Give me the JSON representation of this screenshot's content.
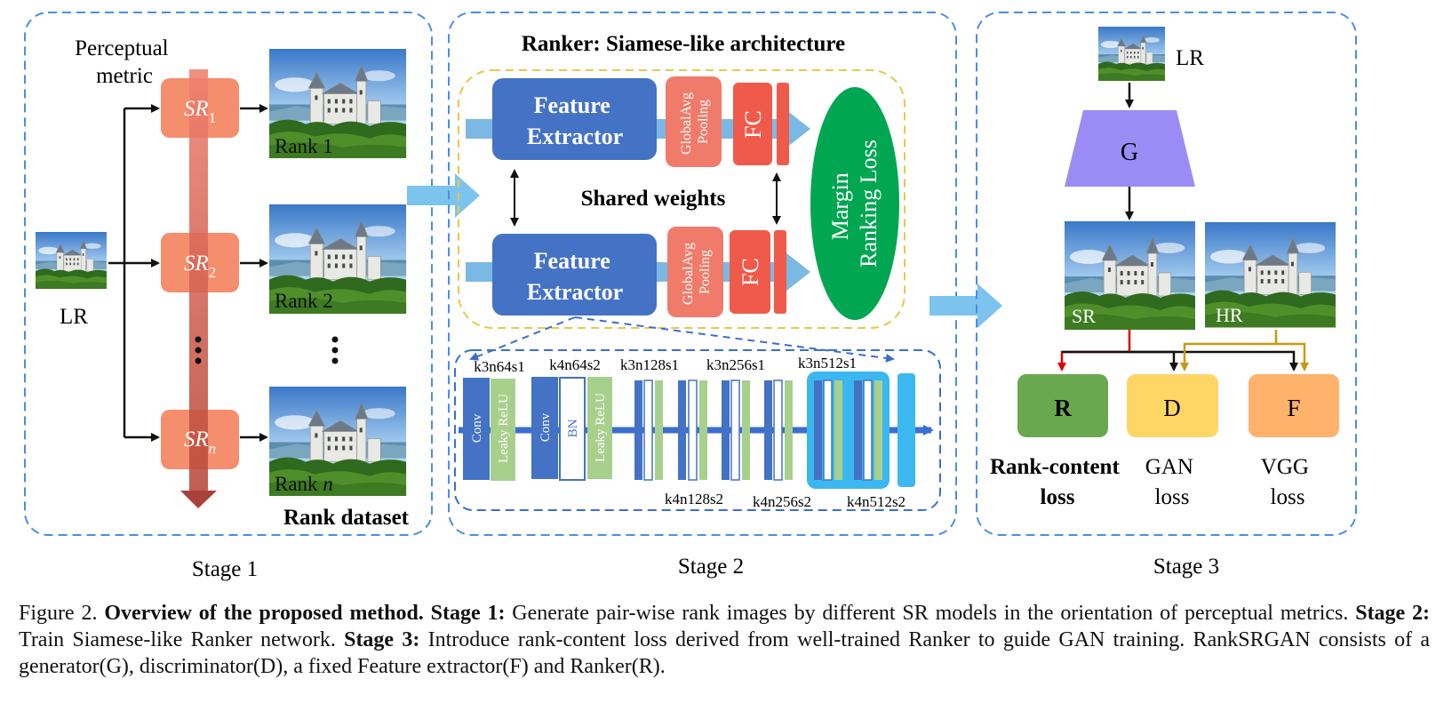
{
  "stage1": {
    "perceptual_metric": [
      "Perceptual",
      "metric"
    ],
    "lr": "LR",
    "sr_labels": [
      {
        "base": "SR",
        "sub": "1"
      },
      {
        "base": "SR",
        "sub": "2"
      },
      {
        "base": "SR",
        "sub": "n"
      }
    ],
    "rank_labels": [
      {
        "text": "Rank 1",
        "n": ""
      },
      {
        "text": "Rank 2",
        "n": ""
      },
      {
        "text": "Rank ",
        "n": "n"
      }
    ],
    "dataset_label": "Rank dataset",
    "stage_label": "Stage 1"
  },
  "stage2": {
    "title": "Ranker: Siamese-like architecture",
    "feature_extractor": [
      "Feature",
      "Extractor"
    ],
    "pooling": [
      "GlobalAvg",
      "Pooling"
    ],
    "fc": "FC",
    "shared_weights": "Shared weights",
    "loss": [
      "Margin",
      "Ranking Loss"
    ],
    "top_layer_labels": [
      "k3n64s1",
      "k4n64s2",
      "k3n128s1",
      "k3n256s1",
      "k3n512s1"
    ],
    "bottom_layer_labels": [
      "k4n128s2",
      "k4n256s2",
      "k4n512s2"
    ],
    "conv": "Conv",
    "leaky_relu": "Leaky ReLU",
    "bn": "BN",
    "stage_label": "Stage 2"
  },
  "stage3": {
    "lr": "LR",
    "g": "G",
    "sr": "SR",
    "hr": "HR",
    "r": "R",
    "d": "D",
    "f": "F",
    "r_loss": [
      "Rank-content",
      "loss"
    ],
    "d_loss": [
      "GAN",
      "loss"
    ],
    "f_loss": [
      "VGG",
      "loss"
    ],
    "stage_label": "Stage 3"
  },
  "caption": {
    "figure_no": "Figure 2.",
    "title": "Overview of the proposed method.",
    "s1_label": "Stage 1:",
    "s1_text": "Generate pair-wise rank images by different SR models in the orientation of perceptual metrics.",
    "s2_label": "Stage 2:",
    "s2_text": "Train Siamese-like Ranker network.",
    "s3_label": "Stage 3:",
    "s3_text": "Introduce rank-content loss derived from well-trained Ranker to guide GAN training. RankSRGAN consists of a generator(G), discriminator(D), a fixed Feature extractor(F) and Ranker(R)."
  },
  "colors": {
    "panel_border": "#4a8fe0",
    "sr_box": "#f4845f",
    "feature_extractor": "#4472c4",
    "pooling": "#f07b6b",
    "fc": "#f05a4a",
    "margin_loss": "#00a651",
    "generator": "#9b8cf5",
    "rank_box": "#6aa84f",
    "disc_box": "#ffd666",
    "vgg_box": "#ffb26b",
    "arrow_light": "#7cc4ee",
    "red_line": "#e00000",
    "gold_line": "#c89a10"
  },
  "icons": [
    "castle-photo-thumbnail"
  ]
}
